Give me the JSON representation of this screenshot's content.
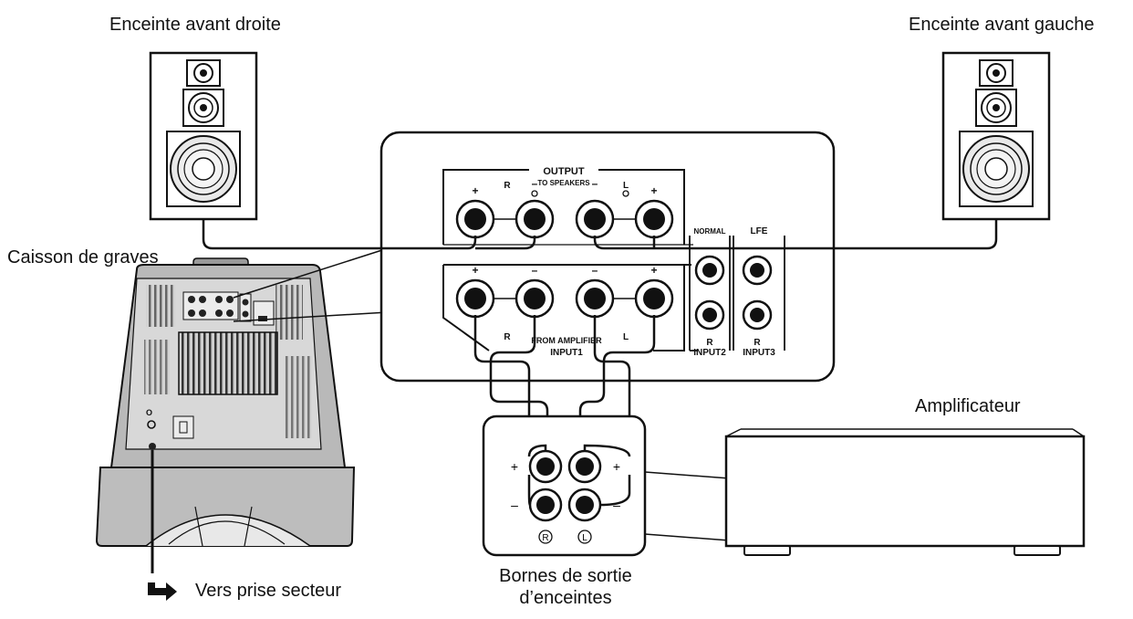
{
  "labels": {
    "front_right": "Enceinte avant droite",
    "front_left": "Enceinte avant gauche",
    "subwoofer": "Caisson de graves",
    "amplifier": "Amplificateur",
    "mains": "Vers prise secteur",
    "speaker_out_line1": "Bornes de sortie",
    "speaker_out_line2": "d’enceintes"
  },
  "panel": {
    "output": "OUTPUT",
    "to_speakers": "TO SPEAKERS",
    "from_amplifier": "FROM AMPLIFIER",
    "input1": "INPUT1",
    "input2": "INPUT2",
    "input3": "INPUT3",
    "normal": "NORMAL",
    "lfe": "LFE",
    "plus": "+",
    "minus": "–",
    "right": "R",
    "left": "L"
  },
  "terminals": {
    "plus": "+",
    "minus": "–",
    "right": "R",
    "left": "L"
  },
  "icons": {
    "speaker": "speaker-icon",
    "subwoofer": "subwoofer-icon",
    "amplifier": "amplifier-box-icon",
    "arrow": "arrow-right-icon"
  }
}
